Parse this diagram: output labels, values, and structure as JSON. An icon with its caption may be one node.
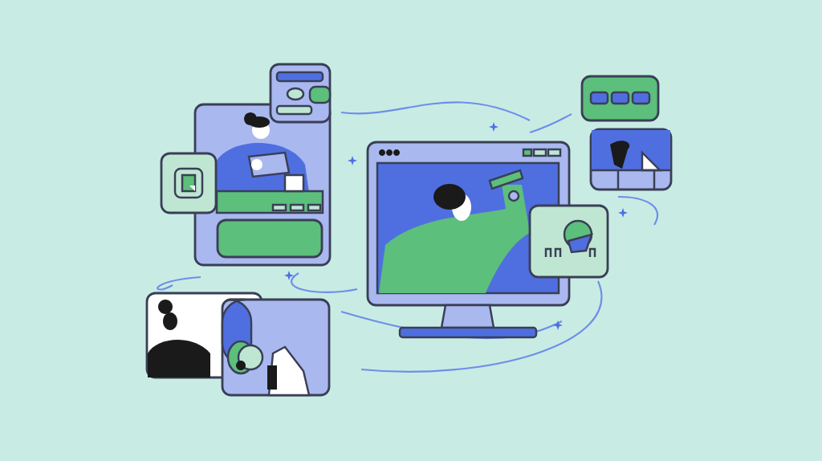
{
  "diagram": {
    "nodes": [
      {
        "text": [],
        "shape": "picture"
      },
      {
        "text": [],
        "shape": "box",
        "in": 0
      },
      {
        "text": [],
        "shape": "picture"
      },
      {
        "text": [],
        "shape": "picture"
      },
      {
        "text": [],
        "shape": "picture"
      },
      {
        "text": [],
        "shape": "picture"
      },
      {
        "text": [],
        "shape": "picture"
      },
      {
        "text": [],
        "shape": "picture"
      },
      {
        "text": [],
        "shape": "picture"
      },
      {
        "text": [],
        "shape": "picture"
      }
    ]
  }
}
